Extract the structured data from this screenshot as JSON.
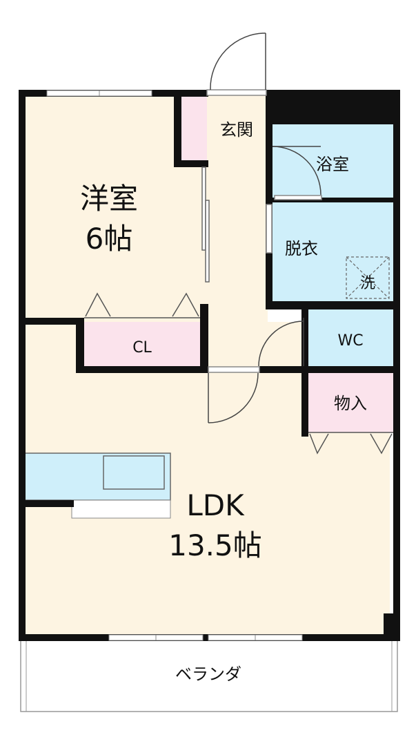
{
  "floorplan": {
    "rooms": {
      "western_room": {
        "name": "洋室",
        "size": "6帖"
      },
      "ldk": {
        "name": "LDK",
        "size": "13.5帖"
      },
      "entrance": {
        "name": "玄関"
      },
      "bath": {
        "name": "浴室"
      },
      "dressing": {
        "name": "脱衣"
      },
      "laundry": {
        "name": "洗"
      },
      "wc": {
        "name": "WC"
      },
      "storage": {
        "name": "物入"
      },
      "closet": {
        "name": "CL"
      },
      "veranda": {
        "name": "ベランダ"
      }
    },
    "colors": {
      "floor": "#FDF4E2",
      "wet_area": "#CFEFFA",
      "storage": "#FBE3EC",
      "wall": "#111111",
      "veranda": "#FFFFFF"
    }
  }
}
